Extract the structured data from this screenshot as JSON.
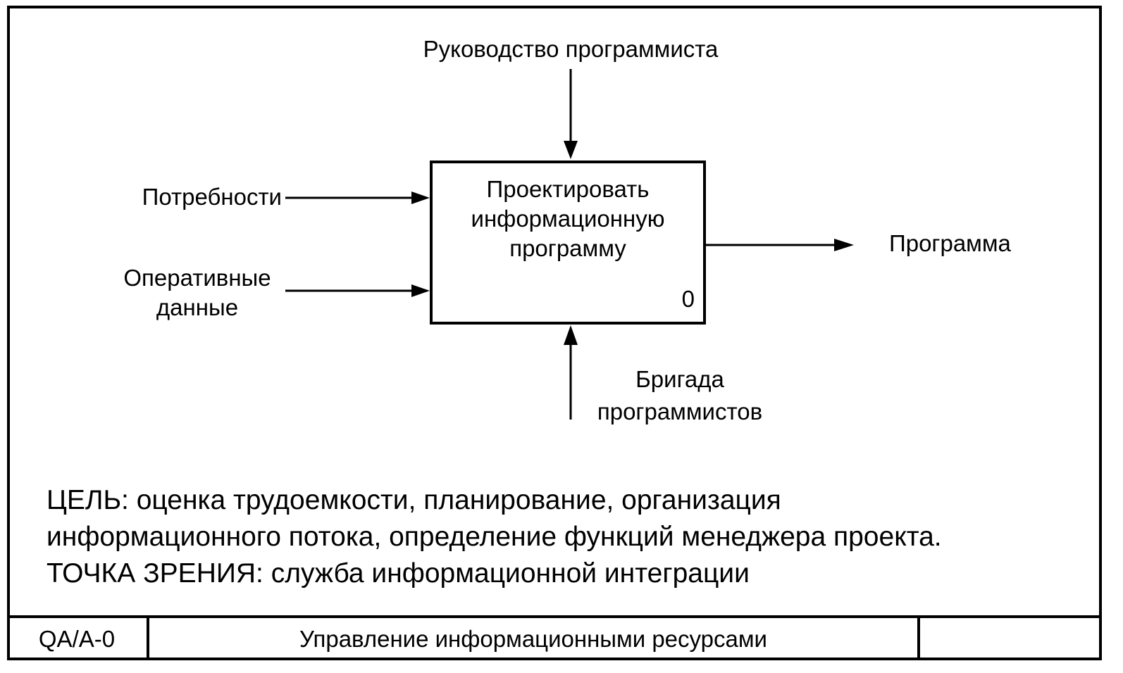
{
  "function": {
    "title_lines": [
      "Проектировать",
      "информационную",
      "программу"
    ],
    "number": "0"
  },
  "arrows": {
    "control": "Руководство программиста",
    "input_1": "Потребности",
    "input_2_lines": [
      "Оперативные",
      "данные"
    ],
    "output": "Программа",
    "mechanism_lines": [
      "Бригада",
      "программистов"
    ]
  },
  "purpose": {
    "lines": [
      "ЦЕЛЬ: оценка трудоемкости, планирование, организация",
      "информационного потока, определение функций менеджера проекта.",
      "ТОЧКА ЗРЕНИЯ: служба информационной интеграции"
    ]
  },
  "footer": {
    "node": "QA/A-0",
    "title": "Управление информационными ресурсами",
    "number": ""
  }
}
